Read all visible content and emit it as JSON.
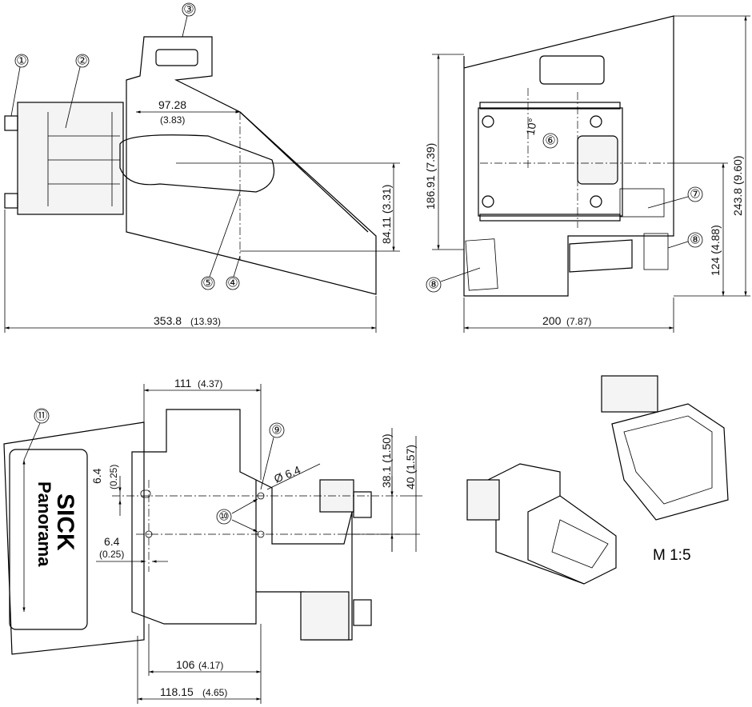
{
  "title": "Dimensional drawing SICK Panorama",
  "callouts": [
    "①",
    "②",
    "③",
    "④",
    "⑤",
    "⑥",
    "⑦",
    "⑧",
    "⑨",
    "⑩",
    "⑪"
  ],
  "dims": {
    "side_depth": "97.28",
    "side_depth_in": "(3.83)",
    "side_height": "84.11 (3.31)",
    "side_length": "353.8",
    "side_length_in": "(13.93)",
    "front_h1": "186.91 (7.39)",
    "front_h2": "243.8 (9.60)",
    "front_h3": "124 (4.88)",
    "front_width": "200",
    "front_width_in": "(7.87)",
    "angle": "10°",
    "top_111": "111",
    "top_111_in": "(4.37)",
    "slot_v": "6.4",
    "slot_v_in": "(0.25)",
    "slot_h": "6.4",
    "slot_h_in": "(0.25)",
    "hole_dia": "Ø 6.4",
    "hole_38": "38.1 (1.50)",
    "hole_40": "40 (1.57)",
    "bottom_106": "106",
    "bottom_106_in": "(4.17)",
    "bottom_118": "118.15",
    "bottom_118_in": "(4.65)"
  },
  "logo": {
    "brand": "SICK",
    "product": "Panorama"
  },
  "scale": "M 1:5"
}
